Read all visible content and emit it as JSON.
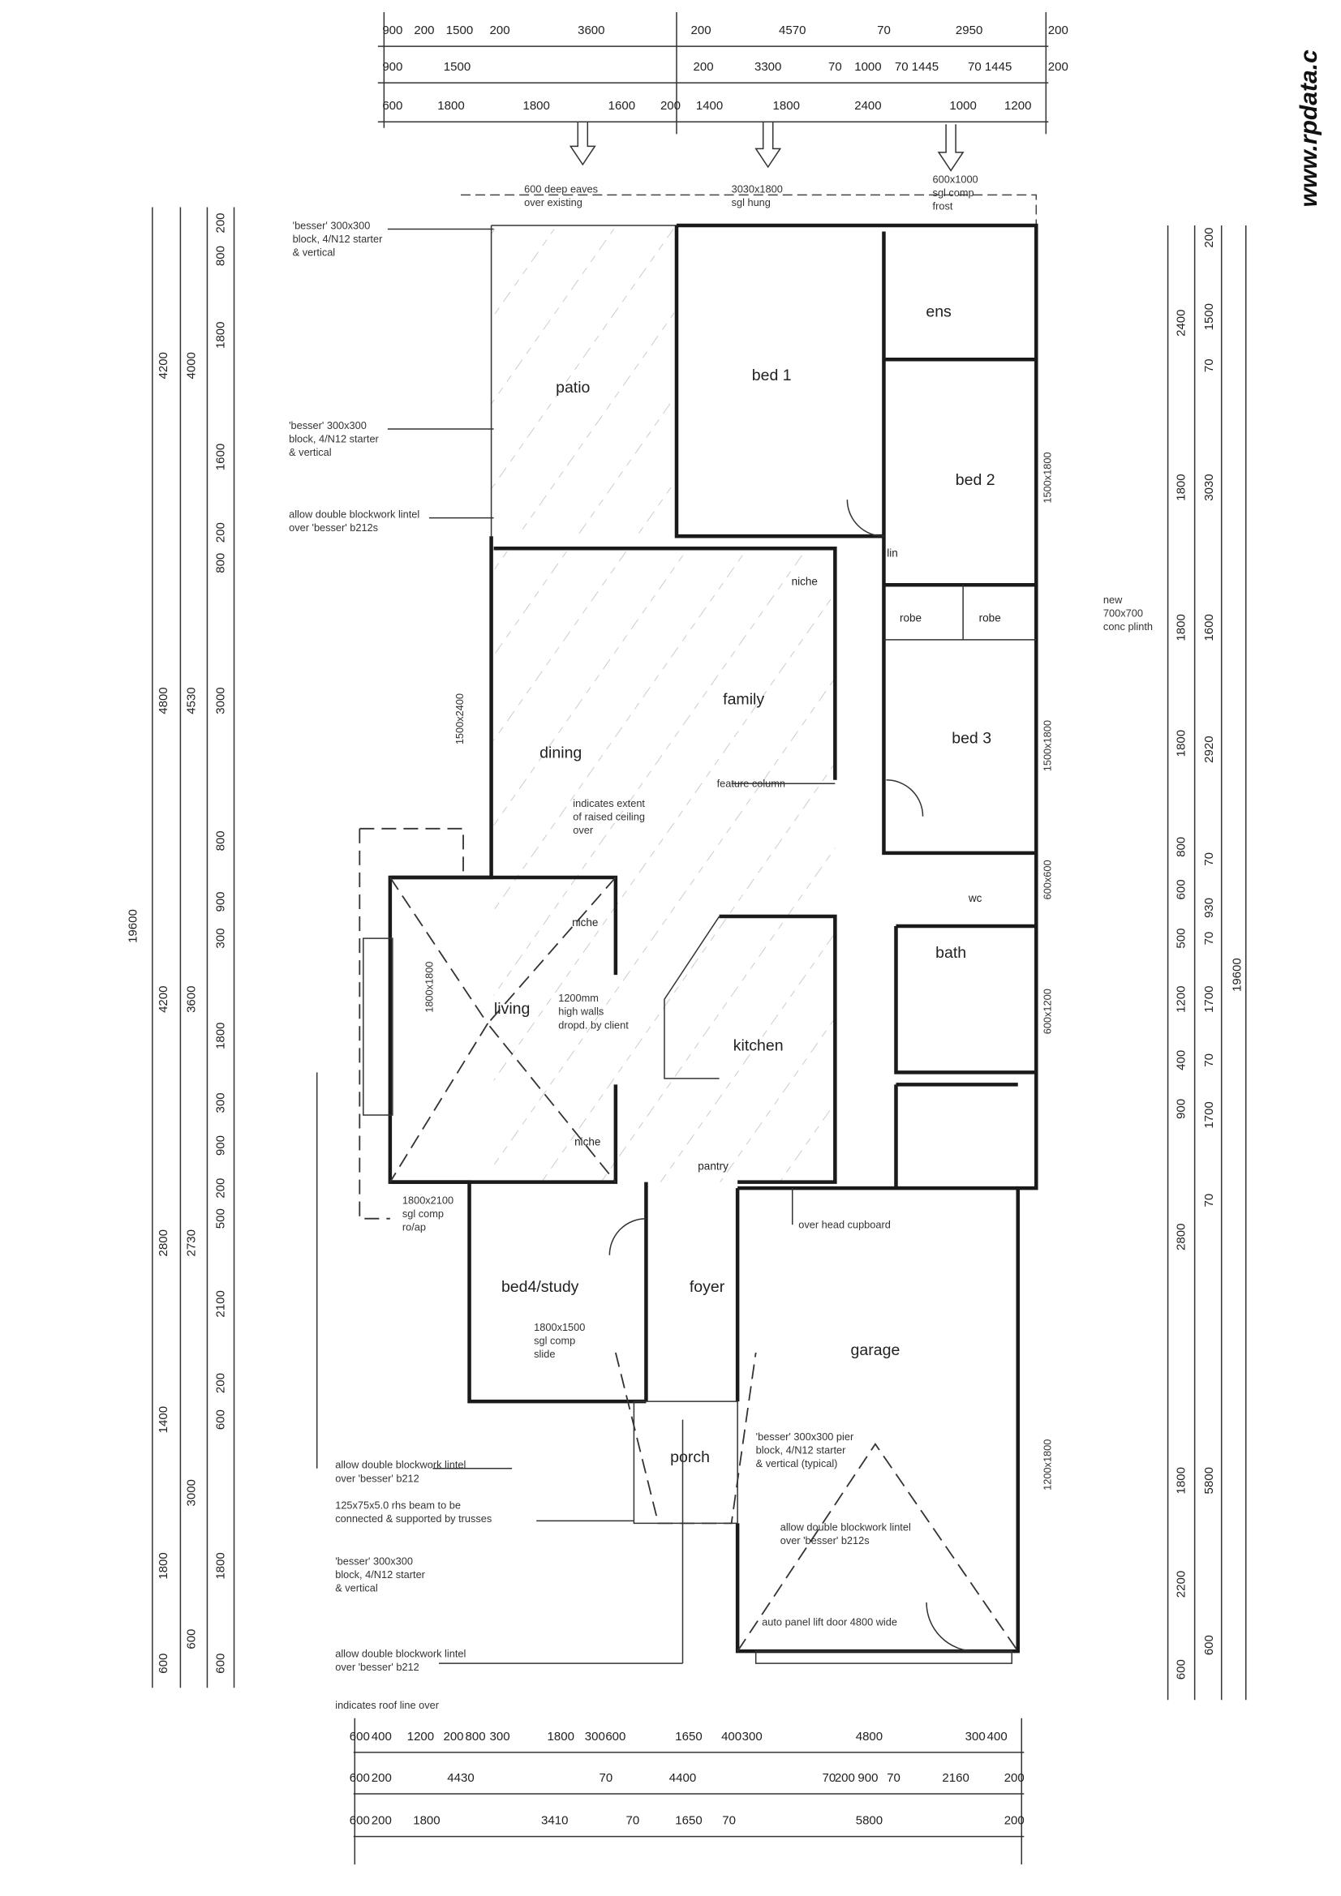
{
  "watermark": "www.rpdata.c",
  "top_dims": {
    "row1": [
      "900",
      "200",
      "1500",
      "200",
      "3600",
      "200",
      "4570",
      "70",
      "2950",
      "200"
    ],
    "row2": [
      "900",
      "1500",
      "200",
      "3300",
      "70",
      "1000",
      "70 1445",
      "70 1445",
      "200"
    ],
    "row3": [
      "600",
      "1800",
      "1800",
      "1600",
      "200",
      "1400",
      "1800",
      "2400",
      "1000",
      "1200"
    ]
  },
  "bottom_dims": {
    "row1": [
      "600",
      "400",
      "1200",
      "200",
      "800",
      "300",
      "1800",
      "300",
      "600",
      "1650",
      "400",
      "300",
      "4800",
      "300",
      "400"
    ],
    "row2": [
      "600",
      "200",
      "4430",
      "70",
      "4400",
      "70",
      "200",
      "900",
      "70",
      "2160",
      "200"
    ],
    "row3": [
      "600",
      "200",
      "1800",
      "3410",
      "70",
      "1650",
      "70",
      "5800",
      "200"
    ]
  },
  "left_dims": {
    "overall": "19600",
    "col1": [
      "4200",
      "4800",
      "4200",
      "2800",
      "1400",
      "1800",
      "600"
    ],
    "col2": [
      "4000",
      "4530",
      "3600",
      "2730",
      "3000",
      "600"
    ],
    "col3": [
      "200",
      "800",
      "1800",
      "1600",
      "200",
      "800",
      "3000",
      "800",
      "900",
      "300",
      "1800",
      "300",
      "900",
      "200",
      "500",
      "2100",
      "200",
      "600",
      "1800",
      "600"
    ]
  },
  "right_dims": {
    "overall": "19600",
    "col1": [
      "2400",
      "1800",
      "1800",
      "1800",
      "800",
      "600",
      "500",
      "1200",
      "400",
      "900",
      "2800",
      "1800",
      "2200",
      "600"
    ],
    "col2": [
      "200",
      "1500",
      "70",
      "3030",
      "1600",
      "2920",
      "70",
      "930",
      "70",
      "1700",
      "70",
      "1700",
      "70",
      "5800",
      "600"
    ]
  },
  "rooms": {
    "patio": "patio",
    "bed1": "bed 1",
    "ens": "ens",
    "bed2": "bed 2",
    "robe1": "robe",
    "robe2": "robe",
    "dining": "dining",
    "family": "family",
    "bed3": "bed 3",
    "living": "living",
    "kitchen": "kitchen",
    "bath": "bath",
    "wc": "wc",
    "bed4": "bed4/study",
    "foyer": "foyer",
    "porch": "porch",
    "garage": "garage",
    "pantry": "pantry",
    "lin": "lin",
    "niche1": "niche",
    "niche2": "niche",
    "niche3": "niche"
  },
  "notes": {
    "besser_top": [
      "'besser' 300x300",
      "block, 4/N12 starter",
      "& vertical"
    ],
    "besser_mid": [
      "'besser' 300x300",
      "block, 4/N12 starter",
      "& vertical"
    ],
    "lintel_top": [
      "allow double blockwork lintel",
      "over 'besser' b212s"
    ],
    "eaves": [
      "600 deep eaves",
      "over existing"
    ],
    "win_top": [
      "3030x1800",
      "sgl hung"
    ],
    "win_ens": [
      "600x1000",
      "sgl comp",
      "frost"
    ],
    "plinth": [
      "new",
      "700x700",
      "conc plinth"
    ],
    "feature_column": [
      "feature column"
    ],
    "raised_ceiling": [
      "indicates extent",
      "of raised ceiling",
      "over"
    ],
    "high_walls": [
      "1200mm",
      "high walls",
      "dropd. by client"
    ],
    "overhead": [
      "over head cupboard"
    ],
    "win_living_door": [
      "1800x2100",
      "sgl comp",
      "ro/ap"
    ],
    "win_bed4": [
      "1800x1500",
      "sgl comp",
      "slide"
    ],
    "garage_besser": [
      "'besser' 300x300 pier",
      "block, 4/N12 starter",
      "& vertical (typical)"
    ],
    "garage_lintel": [
      "allow double blockwork lintel",
      "over 'besser' b212s"
    ],
    "garage_door": [
      "auto panel lift door 4800 wide"
    ],
    "lintel_bl1": [
      "allow double blockwork lintel",
      "over 'besser' b212"
    ],
    "rhs_beam": [
      "125x75x5.0 rhs beam to be",
      "connected & supported by trusses"
    ],
    "besser_bl": [
      "'besser' 300x300",
      "block, 4/N12 starter",
      "& vertical"
    ],
    "lintel_bl2": [
      "allow double blockwork lintel",
      "over 'besser' b212"
    ],
    "roof_line": [
      "indicates roof line over"
    ]
  },
  "window_labels": {
    "bed2": "1500x1800",
    "bed3": "1500x1800",
    "wc": "600x600",
    "bath": "600x1200",
    "garage": "1200x1800",
    "living": "1800x1800",
    "dining": "1500x2400"
  }
}
